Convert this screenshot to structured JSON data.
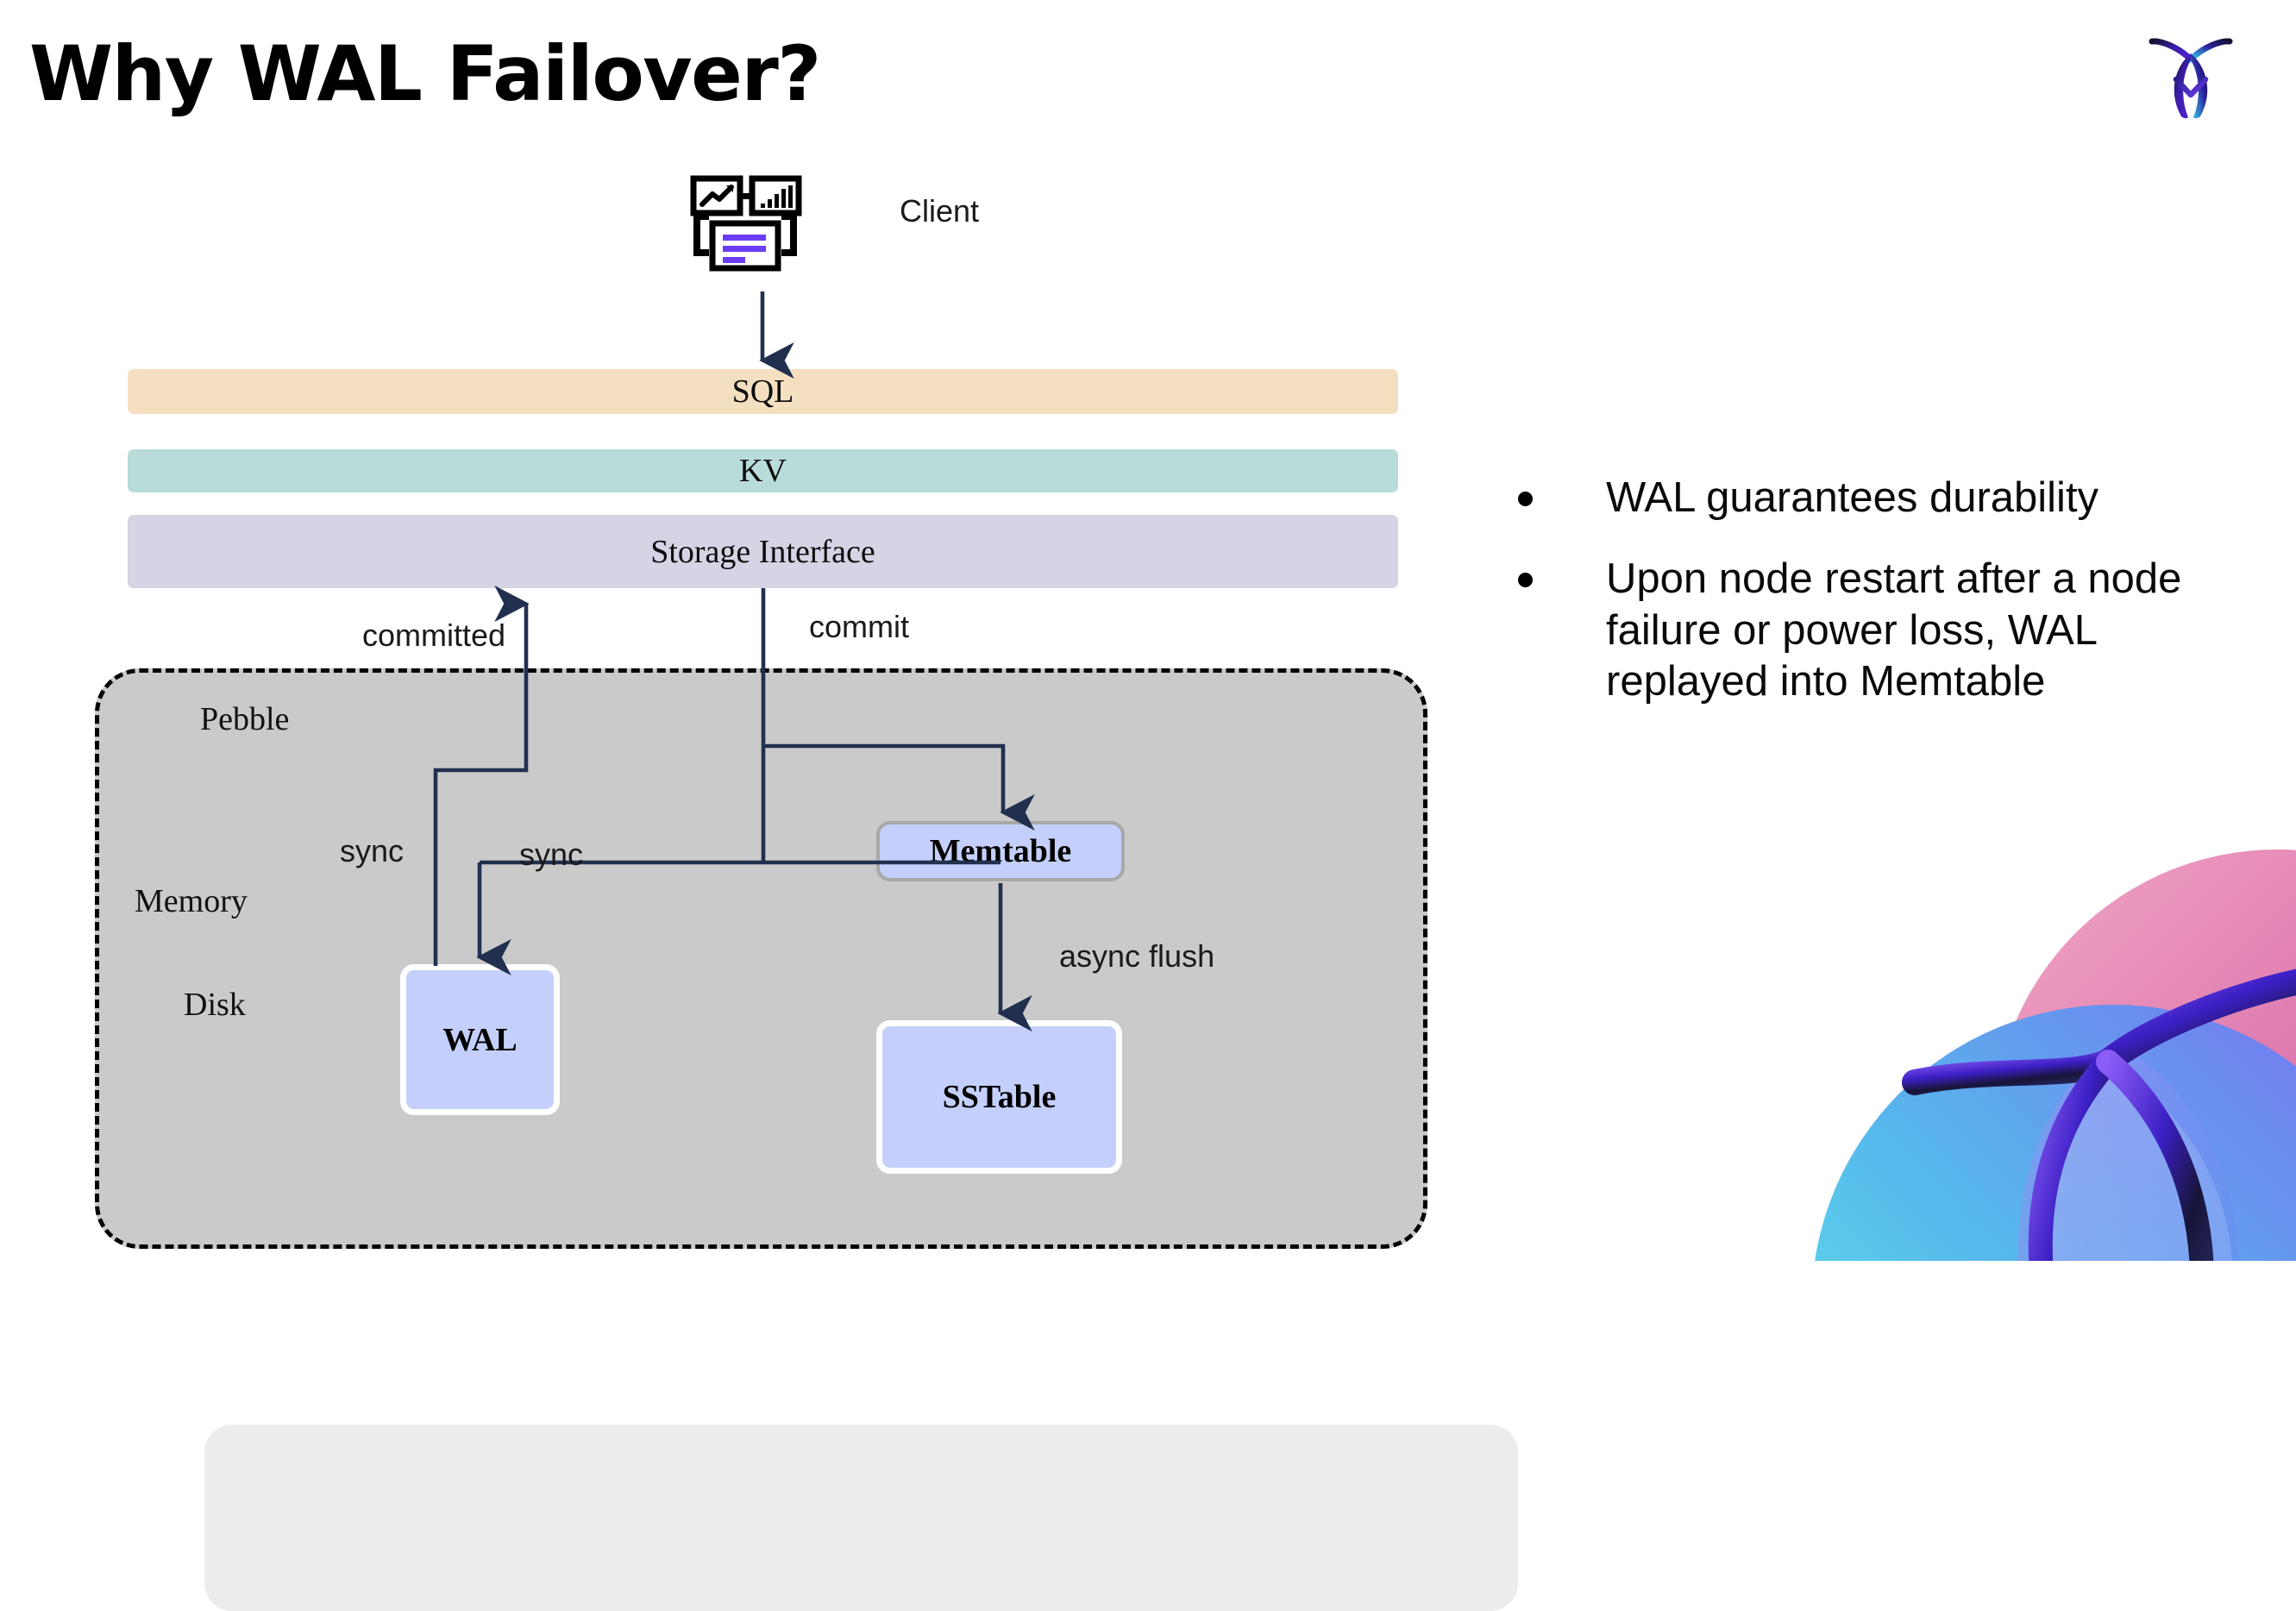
{
  "slide": {
    "title": "Why WAL Failover?",
    "brand_logo_name": "cockroachlabs-logo"
  },
  "diagram": {
    "client": {
      "label": "Client",
      "icon_name": "client-dashboard-icon"
    },
    "layers": [
      {
        "id": "sql",
        "label": "SQL",
        "color": "#f4dfc0"
      },
      {
        "id": "kv",
        "label": "KV",
        "color": "#b8dcda"
      },
      {
        "id": "storage-interface",
        "label": "Storage Interface",
        "color": "#d7d2e4"
      }
    ],
    "pebble": {
      "label": "Pebble",
      "memory_label": "Memory",
      "disk_label": "Disk",
      "outer_color": "#cacaca",
      "memory_color": "#ececec"
    },
    "nodes": [
      {
        "id": "memtable",
        "label": "Memtable",
        "color": "#c4d0fb"
      },
      {
        "id": "wal",
        "label": "WAL",
        "color": "#c4d0fb"
      },
      {
        "id": "sstable",
        "label": "SSTable",
        "color": "#c4d0fb"
      }
    ],
    "edges": [
      {
        "id": "committed",
        "label": "committed"
      },
      {
        "id": "commit",
        "label": "commit"
      },
      {
        "id": "sync-left",
        "label": "sync"
      },
      {
        "id": "sync-right",
        "label": "sync"
      },
      {
        "id": "async-flush",
        "label": "async flush"
      }
    ],
    "arrow_color": "#21304f"
  },
  "bullets": [
    "WAL guarantees durability",
    "Upon node restart after a node failure or power loss, WAL replayed into Memtable"
  ]
}
